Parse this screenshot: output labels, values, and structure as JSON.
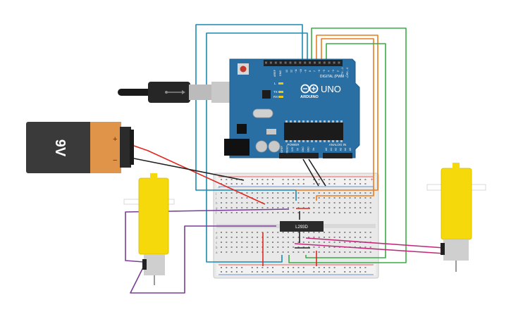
{
  "arduino": {
    "brand": "ARDUINO",
    "model": "UNO",
    "digital_label": "DIGITAL (PWM ~)",
    "power_label": "POWER",
    "analog_label": "ANALOG IN",
    "tx_label": "TX",
    "rx_label": "RX",
    "l_label": "L",
    "aref_label": "AREF",
    "gnd_label": "GND",
    "digital_pins": [
      "13",
      "12",
      "~11",
      "~10",
      "~9",
      "8",
      "7",
      "~6",
      "~5",
      "4",
      "~3",
      "2",
      "TX→1",
      "RX←0"
    ],
    "power_pins": [
      "IOREF",
      "RESET",
      "3.3V",
      "5V",
      "GND",
      "GND",
      "Vin"
    ],
    "analog_pins": [
      "A0",
      "A1",
      "A2",
      "A3",
      "A4",
      "A5"
    ]
  },
  "battery": {
    "label": "9V",
    "plus": "+",
    "minus": "−"
  },
  "driver_chip": {
    "label": "L293D"
  },
  "breadboard": {
    "row_letters": [
      "a",
      "b",
      "c",
      "d",
      "e",
      "f",
      "g",
      "h",
      "i",
      "j"
    ],
    "rail_plus": "+",
    "rail_minus": "−"
  },
  "colors": {
    "board_blue": "#2a6fa3",
    "wire_blue": "#1a8ab4",
    "wire_orange": "#e67e22",
    "wire_green": "#3bab47",
    "wire_red": "#e0281f",
    "wire_black": "#222222",
    "wire_purple": "#7a3d99",
    "wire_magenta": "#c3297b",
    "motor_yellow": "#f5d90a"
  }
}
